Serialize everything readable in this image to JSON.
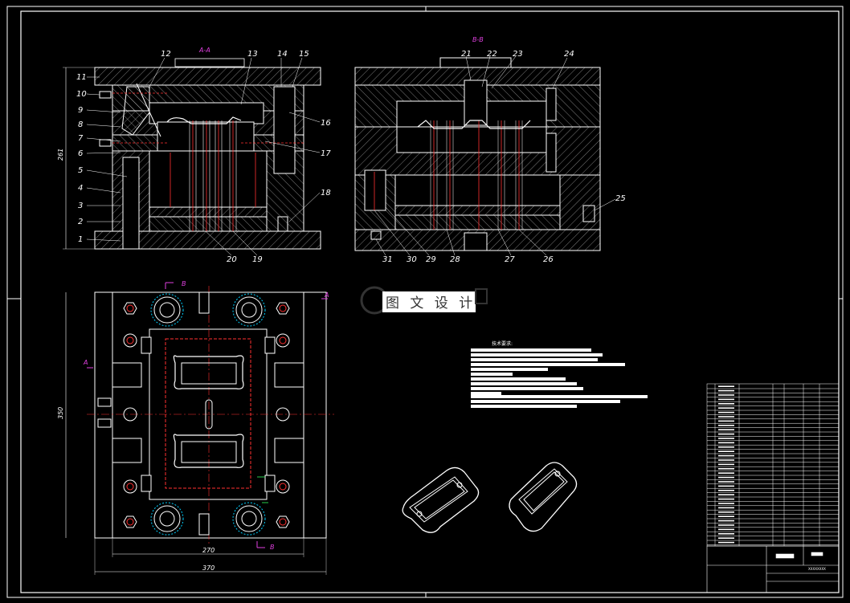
{
  "section_a": {
    "title": "A-A",
    "labels": [
      "1",
      "2",
      "3",
      "4",
      "5",
      "6",
      "7",
      "8",
      "9",
      "10",
      "11",
      "12",
      "13",
      "14",
      "15",
      "16",
      "17",
      "18",
      "19",
      "20"
    ],
    "height_dim": "261"
  },
  "section_b": {
    "title": "B-B",
    "labels": [
      "21",
      "22",
      "23",
      "24",
      "25",
      "26",
      "27",
      "28",
      "29",
      "30",
      "31"
    ]
  },
  "plan_view": {
    "width_inner": "270",
    "width_outer": "370",
    "height_dim": "350",
    "cut_a": "A",
    "cut_b": "B"
  },
  "watermark": {
    "text": "图 文 设 计"
  },
  "notes": {
    "heading": "技术要求:"
  },
  "title_block": {
    "code": "XXXXXXXX"
  },
  "colors": {
    "line": "#ffffff",
    "section_label": "#e040e0",
    "center": "#ff3030",
    "hidden": "#00d0ff",
    "green": "#30ff60"
  }
}
